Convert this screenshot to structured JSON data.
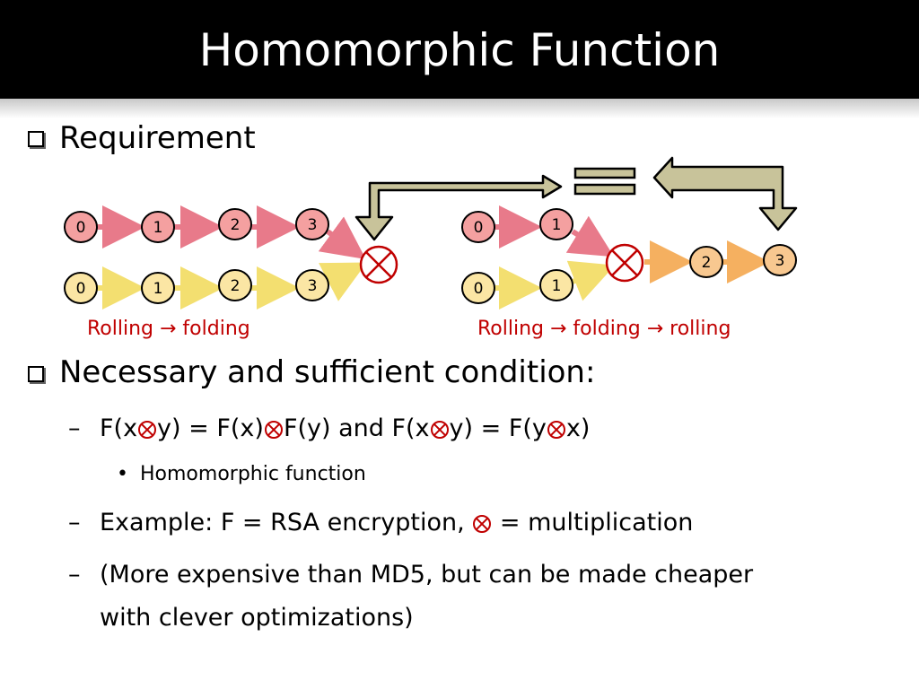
{
  "title": "Homomorphic Function",
  "bullets": {
    "requirement": "Requirement",
    "condition": "Necessary and sufficient condition:"
  },
  "diagram": {
    "left": {
      "top_row": [
        "0",
        "1",
        "2",
        "3"
      ],
      "bottom_row": [
        "0",
        "1",
        "2",
        "3"
      ],
      "caption": "Rolling → folding"
    },
    "right": {
      "top_row": [
        "0",
        "1"
      ],
      "bottom_row": [
        "0",
        "1"
      ],
      "out_row": [
        "2",
        "3"
      ],
      "caption": "Rolling → folding → rolling"
    },
    "colors": {
      "red_node": "#f4a0a0",
      "yellow_node": "#fbe6a4",
      "orange_node": "#f8c890",
      "operator": "#c00000",
      "arrow_fill": "#c8c39a"
    }
  },
  "formula": {
    "p1": "F(x",
    "p2": "y) = F(x)",
    "p3": "F(y) and F(x",
    "p4": "y) = F(y",
    "p5": "x)",
    "sub_bullet": "Homomorphic function"
  },
  "example": {
    "before": "Example:  F = RSA encryption,",
    "after": "= multiplication"
  },
  "note": {
    "line1": "(More expensive than MD5, but can be made cheaper",
    "line2": "with clever optimizations)"
  },
  "dash": "–",
  "dot": "•"
}
